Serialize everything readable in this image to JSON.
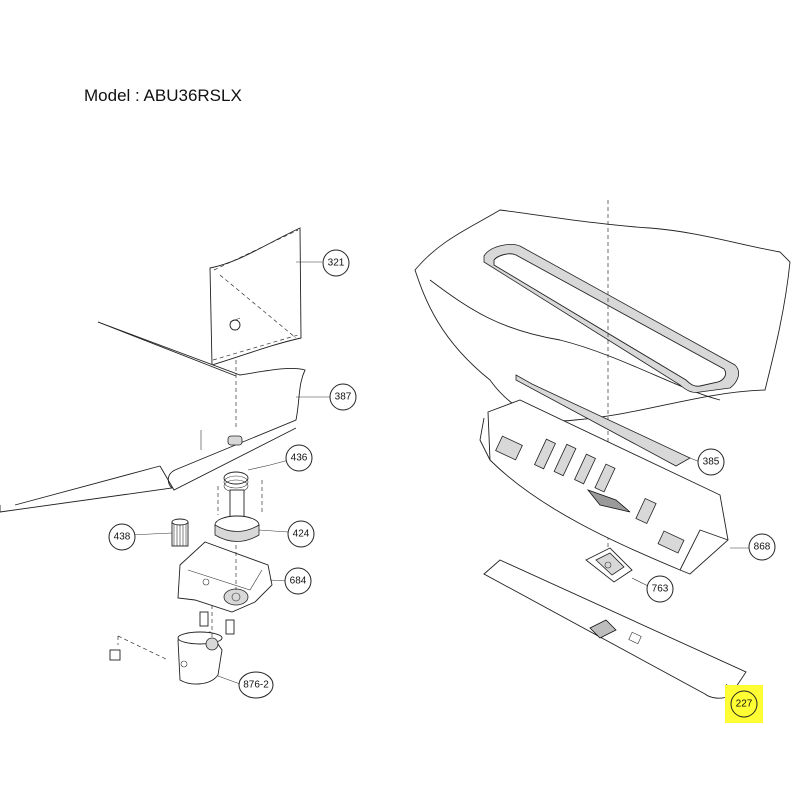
{
  "title": "Model : ABU36RSLX",
  "highlight_color": "#ffff33",
  "callouts": {
    "c321": "321",
    "c387": "387",
    "c436": "436",
    "c424": "424",
    "c438": "438",
    "c684": "684",
    "c876": "876-2",
    "c385": "385",
    "c868": "868",
    "c763": "763",
    "c227": "227"
  }
}
